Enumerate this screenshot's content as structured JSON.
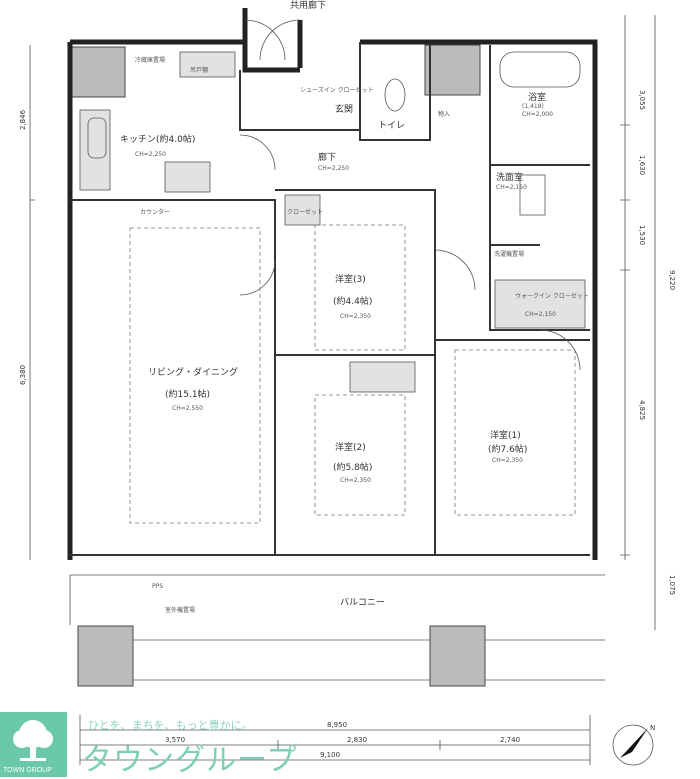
{
  "plan": {
    "corridor": "共用廊下",
    "entrance": "玄関",
    "shoes": "シューズイン クローゼット",
    "toilet": "トイレ",
    "hall": {
      "name": "廊下",
      "ch": "CH=2,250"
    },
    "kitchen": {
      "name": "キッチン(約4.0帖)",
      "ch": "CH=2,250"
    },
    "fridge": "冷蔵庫置場",
    "upper_cabinet": "吊戸棚",
    "counter": "カウンター",
    "storage": "物入",
    "bath": {
      "name": "浴室",
      "size": "(1,418)",
      "ch": "CH=2,000"
    },
    "washroom": {
      "name": "洗面室",
      "ch": "CH=2,150"
    },
    "laundry": "洗濯機置場",
    "wic": {
      "name": "ウォークイン クローゼット",
      "ch": "CH=2,150"
    },
    "room3": {
      "name": "洋室(3)",
      "size": "(約4.4帖)",
      "ch": "CH=2,350"
    },
    "room2": {
      "name": "洋室(2)",
      "size": "(約5.8帖)",
      "ch": "CH=2,350"
    },
    "room1": {
      "name": "洋室(1)",
      "size": "(約7.6帖)",
      "ch": "CH=2,350"
    },
    "ld": {
      "name": "リビング・ダイニング",
      "size": "(約15.1帖)",
      "ch": "CH=2,550"
    },
    "closet": "クローゼット",
    "ps": "PPS",
    "balcony": "バルコニー",
    "ac": "室外機置場"
  },
  "dimensions": {
    "left": [
      "2,846",
      "6,380"
    ],
    "right": [
      "3,055",
      "1,630",
      "1,530",
      "4,825",
      "9,220",
      "1,075"
    ],
    "bottom": [
      "8,950",
      "3,570",
      "2,830",
      "2,740",
      "9,100"
    ]
  },
  "compass": "N",
  "logo": {
    "slogan": "ひとを、まちを、もっと豊かに。",
    "brand": "タウングループ",
    "sub": "TOWN GROUP"
  }
}
